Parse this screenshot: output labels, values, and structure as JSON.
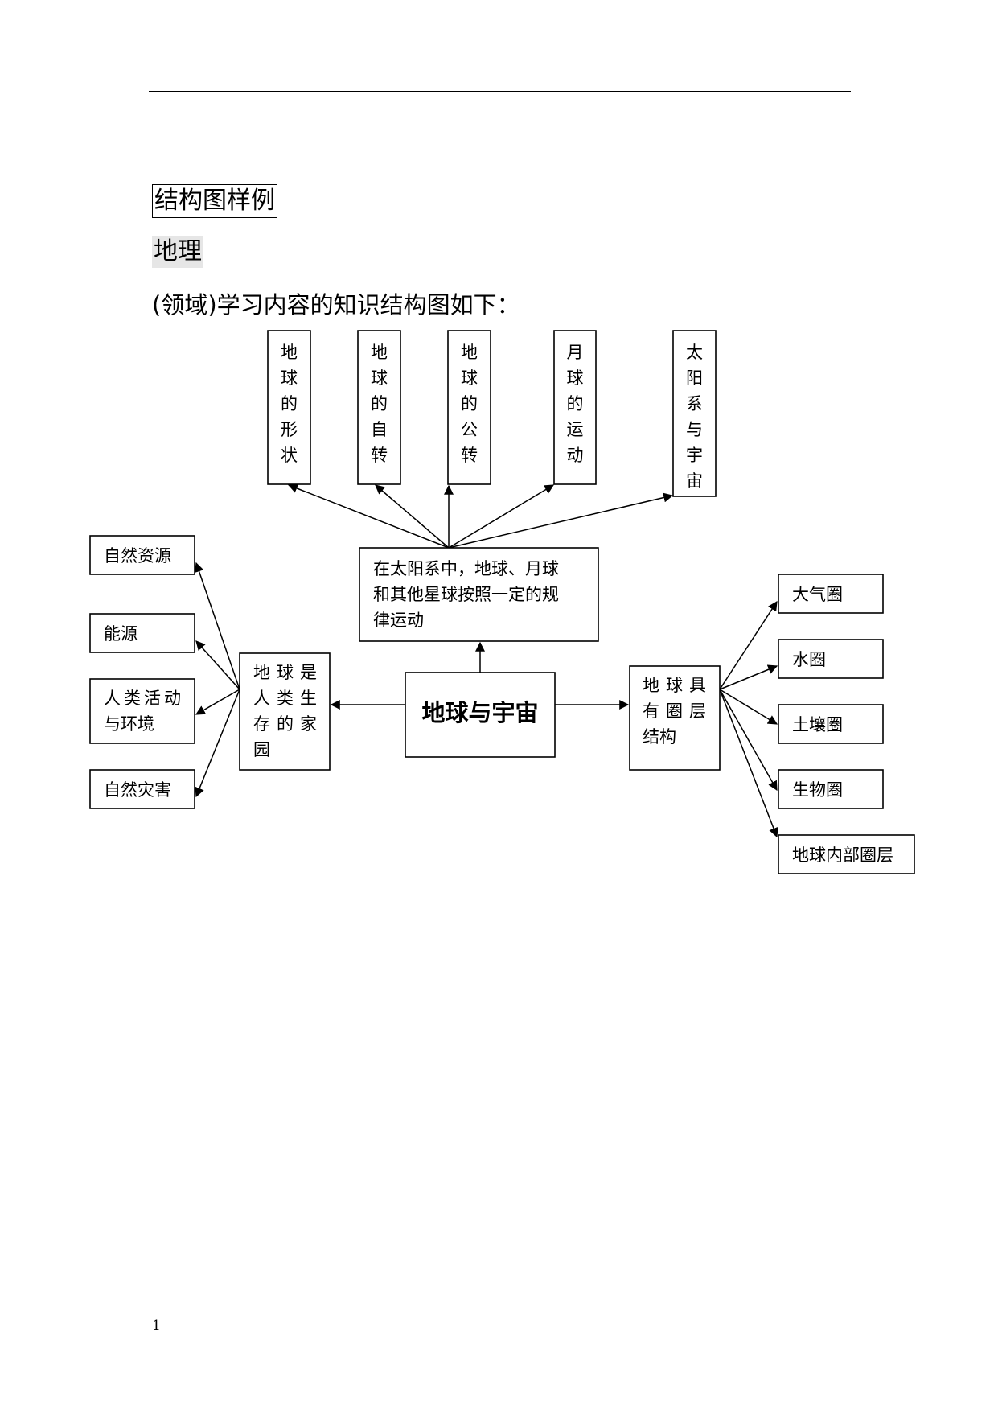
{
  "document": {
    "title": "结构图样例",
    "subject": "地理",
    "intro": "(领域)学习内容的知识结构图如下：",
    "page_number": "1"
  },
  "diagram": {
    "center": "地球与宇宙",
    "top_node": "在太阳系中，地球、月球和其他星球按照一定的规律运动",
    "top_children": [
      "地球的形状",
      "地球的自转",
      "地球的公转",
      "月球的运动",
      "太阳系与宇宙"
    ],
    "left_node": "地球是人类生存的家园",
    "left_children": [
      "自然资源",
      "能源",
      "人类活动与环境",
      "自然灾害"
    ],
    "right_node": "地球具有圈层结构",
    "right_children": [
      "大气圈",
      "水圈",
      "土壤圈",
      "生物圈",
      "地球内部圈层"
    ]
  }
}
